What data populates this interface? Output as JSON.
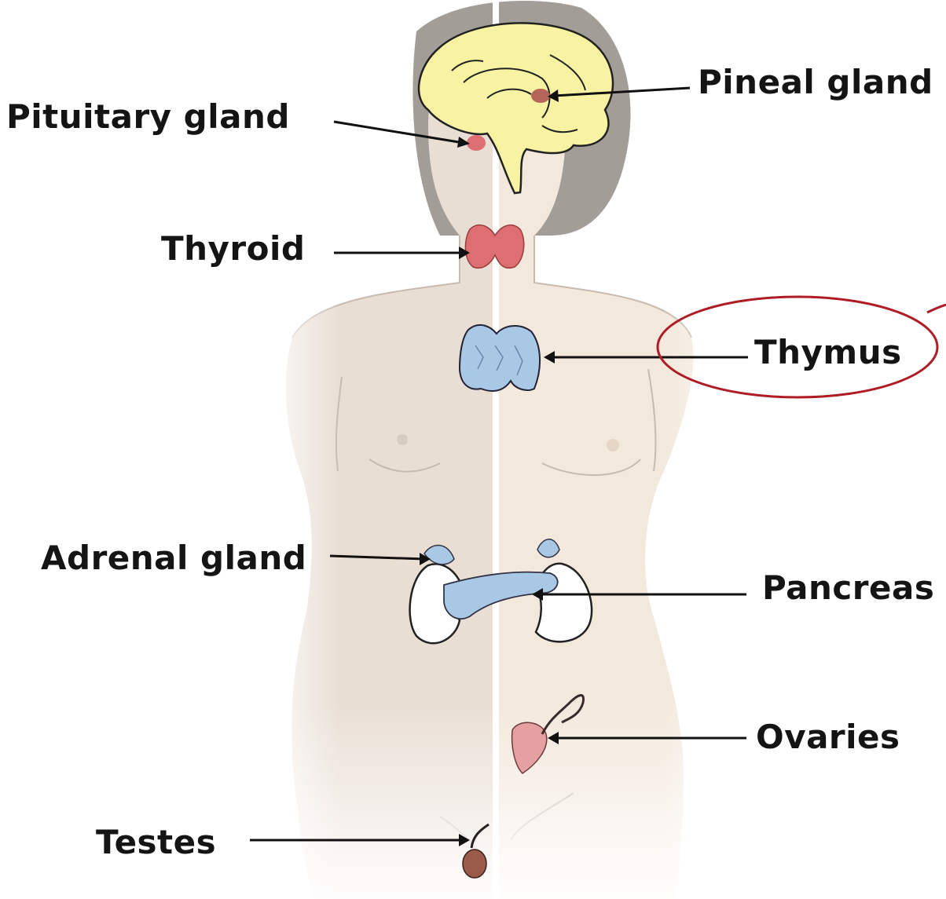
{
  "labels": {
    "pituitary": "Pituitary gland",
    "pineal": "Pineal gland",
    "thyroid": "Thyroid",
    "thymus": "Thymus",
    "adrenal": "Adrenal gland",
    "pancreas": "Pancreas",
    "ovaries": "Ovaries",
    "testes": "Testes"
  },
  "highlight": {
    "target": "thymus",
    "color": "#b01c25"
  },
  "colors": {
    "skin_left": "#e9ded4",
    "skin_right": "#f3e8dc",
    "hair": "#a39d97",
    "brain": "#f8f3a2",
    "thyroid": "#dd6f72",
    "thymus": "#a9c8e6",
    "kidney": "#ffffff",
    "ovary": "#e5a0a2",
    "testis": "#9a5b4a"
  }
}
